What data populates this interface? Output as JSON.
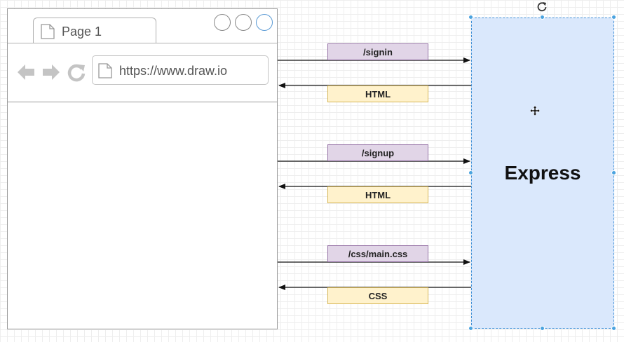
{
  "browser": {
    "tab_label": "Page 1",
    "url": "https://www.draw.io",
    "window_buttons": [
      "circle",
      "circle",
      "circle"
    ]
  },
  "exchanges": [
    {
      "request": "/signin",
      "response": "HTML"
    },
    {
      "request": "/signup",
      "response": "HTML"
    },
    {
      "request": "/css/main.css",
      "response": "CSS"
    }
  ],
  "server": {
    "label": "Express"
  },
  "icons": {
    "back": "arrow-left-icon",
    "forward": "arrow-right-icon",
    "reload": "reload-icon",
    "rotate": "rotate-handle-icon",
    "move": "move-cursor-icon",
    "document": "document-icon"
  },
  "colors": {
    "request_fill": "#e1d5e7",
    "request_stroke": "#9673a6",
    "response_fill": "#fff2cc",
    "response_stroke": "#d6b656",
    "server_fill": "#dae8fc",
    "selection": "#4aa3df"
  }
}
